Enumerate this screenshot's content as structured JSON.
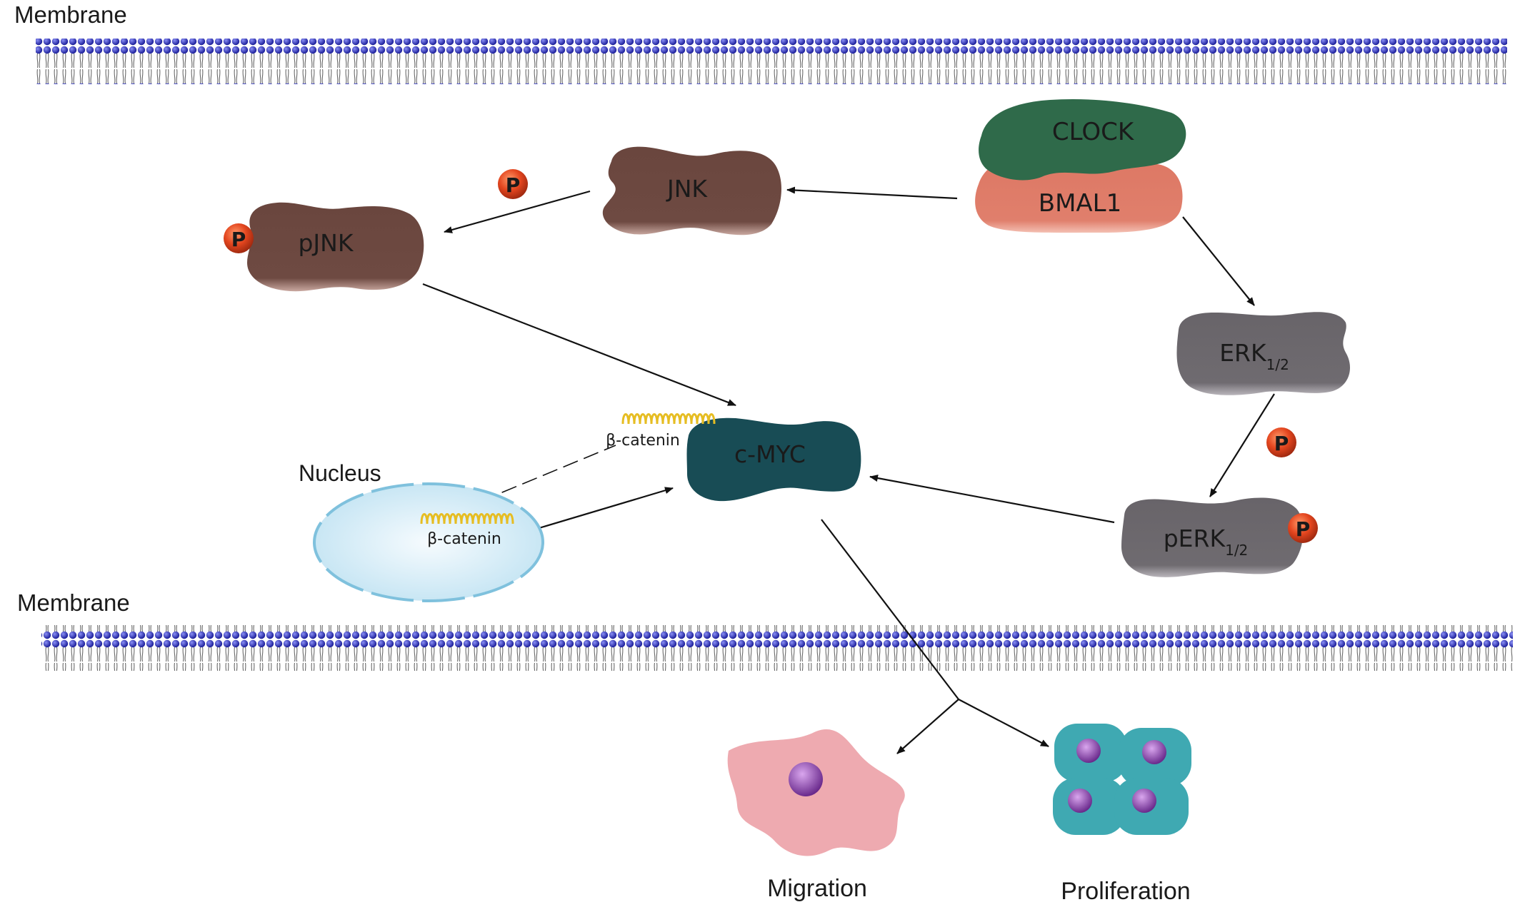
{
  "labels": {
    "membrane_top": "Membrane",
    "membrane_bottom": "Membrane",
    "nucleus": "Nucleus",
    "migration": "Migration",
    "proliferation": "Proliferation"
  },
  "proteins": {
    "clock": "CLOCK",
    "bmal1": "BMAL1",
    "jnk": "JNK",
    "pjnk": "pJNK",
    "erk": "ERK",
    "erk_sub": "1/2",
    "perk": "pERK",
    "perk_sub": "1/2",
    "cmyc": "c-MYC",
    "beta_catenin_top": "β-catenin",
    "beta_catenin_nucleus": "β-catenin"
  },
  "phosphate_label": "P",
  "colors": {
    "membrane_head": "#2b2fb8",
    "clock": "#2f6a4a",
    "bmal1": "#e07f6c",
    "jnk": "#6e4a42",
    "erk": "#6f6b70",
    "cmyc": "#184c55",
    "nucleus": "#c6e5f3",
    "phosphate": "#e4461f",
    "helix": "#e6bd22",
    "migration_cell": "#eeaab0",
    "proliferation_cell": "#3fa9b2",
    "cell_nucleus": "#9a4bb6"
  }
}
